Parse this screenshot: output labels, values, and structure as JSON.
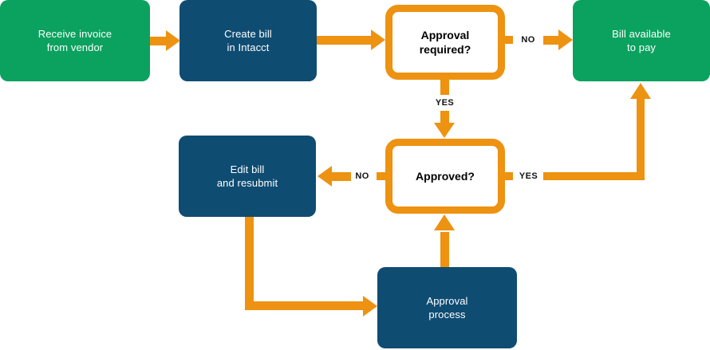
{
  "diagram": {
    "nodes": {
      "receive_invoice": {
        "lines": [
          "Receive invoice",
          "from vendor"
        ]
      },
      "create_bill": {
        "lines": [
          "Create bill",
          "in Intacct"
        ]
      },
      "approval_required": {
        "lines": [
          "Approval",
          "required?"
        ]
      },
      "bill_available": {
        "lines": [
          "Bill available",
          "to pay"
        ]
      },
      "edit_bill": {
        "lines": [
          "Edit bill",
          "and resubmit"
        ]
      },
      "approved": {
        "lines": [
          "Approved?"
        ]
      },
      "approval_process": {
        "lines": [
          "Approval",
          "process"
        ]
      }
    },
    "edge_labels": {
      "approval_required_no": "NO",
      "approval_required_yes": "YES",
      "approved_no": "NO",
      "approved_yes": "YES"
    }
  },
  "colors": {
    "green": "#0ba15e",
    "navy": "#0f4c72",
    "orange": "#ee9211",
    "node_text": "#ffffff",
    "label_text": "#111111"
  }
}
